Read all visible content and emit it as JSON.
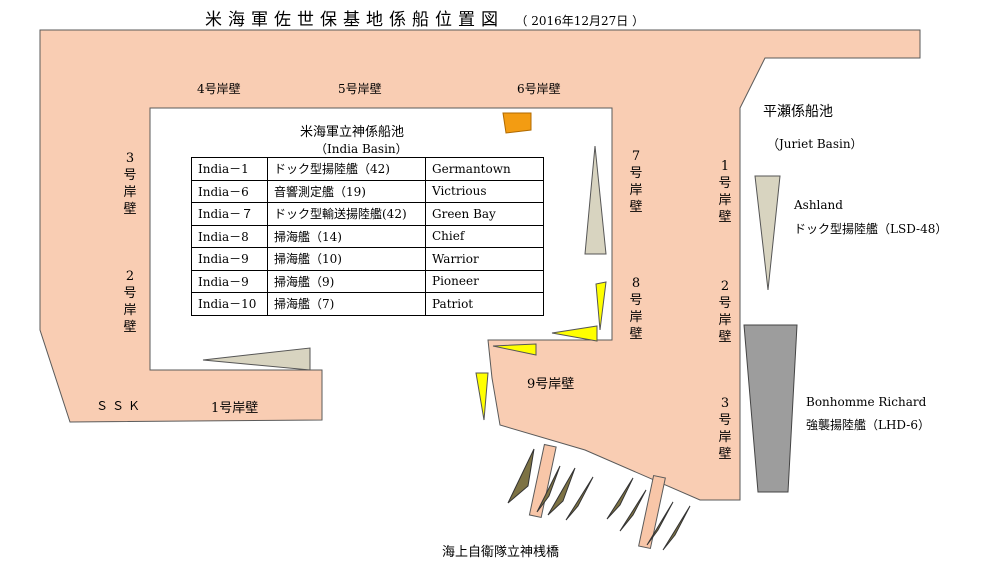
{
  "title": "米海軍佐世保基地係船位置図",
  "date": "（ 2016年12月27日 ）",
  "colors": {
    "land": "#f9cdb3",
    "land_stroke": "#5a5a5a",
    "water": "#ffffff",
    "ship_grey": "#9d9d9d",
    "ship_beige": "#d8d4c0",
    "ship_yellow": "#ffff00",
    "ship_orange": "#f39c12",
    "ship_olive": "#7d7244",
    "pier": "#f8c6a8"
  },
  "basin": {
    "name": "米海軍立神係船池",
    "name_en": "（India Basin）"
  },
  "ships": [
    {
      "berth": "India－1",
      "type": "ドック型揚陸艦（42)",
      "name": "Germantown"
    },
    {
      "berth": "India－6",
      "type": "音響測定艦（19)",
      "name": "Victrious"
    },
    {
      "berth": "India－７",
      "type": "ドック型輸送揚陸艦(42)",
      "name": "Green Bay"
    },
    {
      "berth": "India－8",
      "type": "掃海艦（14)",
      "name": "Chief"
    },
    {
      "berth": "India－9",
      "type": "掃海艦（10)",
      "name": "Warrior"
    },
    {
      "berth": "India－9",
      "type": "掃海艦（9)",
      "name": "Pioneer"
    },
    {
      "berth": "India－10",
      "type": "掃海艦（7)",
      "name": "Patriot"
    }
  ],
  "quays": {
    "q4": "4号岸壁",
    "q5": "5号岸壁",
    "q6": "6号岸壁",
    "q1_bottom": "1号岸壁",
    "q9": "9号岸壁",
    "ssk": "ＳＳＫ",
    "left_3": [
      "3",
      "号",
      "岸",
      "壁"
    ],
    "left_2": [
      "2",
      "号",
      "岸",
      "壁"
    ],
    "mid_7": [
      "7",
      "号",
      "岸",
      "壁"
    ],
    "mid_8": [
      "8",
      "号",
      "岸",
      "壁"
    ],
    "right_1": [
      "1",
      "号",
      "岸",
      "壁"
    ],
    "right_2": [
      "2",
      "号",
      "岸",
      "壁"
    ],
    "right_3": [
      "3",
      "号",
      "岸",
      "壁"
    ]
  },
  "juliet": {
    "name": "平瀬係船池",
    "name_en": "（Juriet Basin）"
  },
  "ashland": {
    "name": "Ashland",
    "type": "ドック型揚陸艦（LSD-48）"
  },
  "bonhomme": {
    "name": "Bonhomme Richard",
    "type": "強襲揚陸艦（LHD-6）"
  },
  "jmsdf_pier": "海上自衛隊立神桟橋"
}
